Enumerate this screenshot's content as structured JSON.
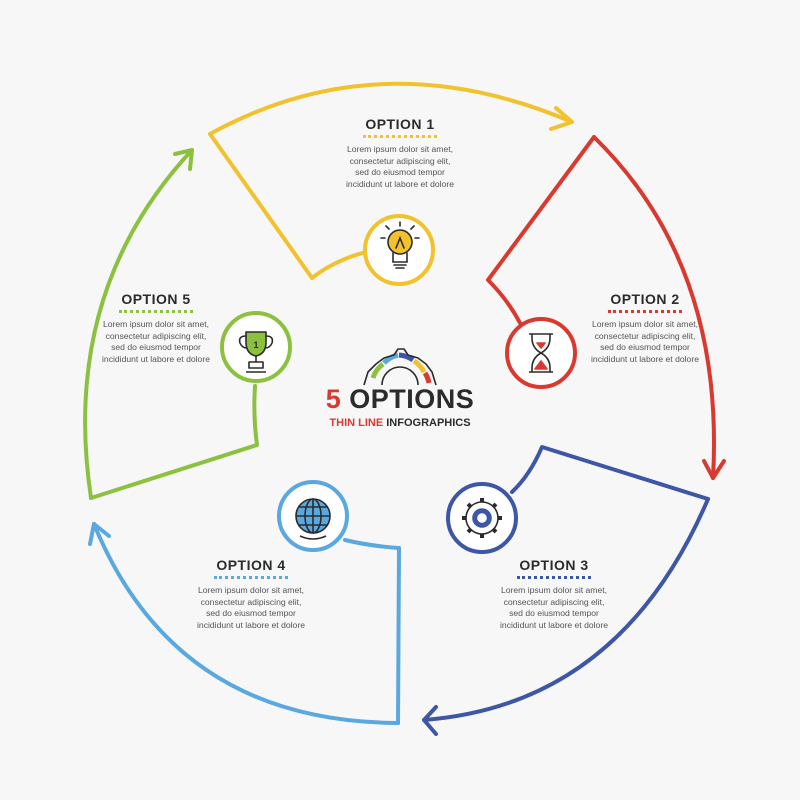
{
  "colors": {
    "option1": "#f2c12e",
    "option2": "#d93a30",
    "option3": "#3d56a6",
    "option4": "#5aa8e0",
    "option5": "#8bc13f",
    "dark": "#2b2b2b"
  },
  "center": {
    "number": "5",
    "word": "OPTIONS",
    "subtitle_a": "THIN LINE",
    "subtitle_b": "INFOGRAPHICS",
    "icon": "gear-arc-icon"
  },
  "options": [
    {
      "title": "OPTION 1",
      "text": "Lorem ipsum dolor sit amet,\nconsectetur adipiscing elit,\nsed do eiusmod tempor\nincididunt ut labore et dolore",
      "icon": "lightbulb-icon"
    },
    {
      "title": "OPTION 2",
      "text": "Lorem ipsum dolor sit amet,\nconsectetur adipiscing elit,\nsed do eiusmod tempor\nincididunt ut labore et dolore",
      "icon": "hourglass-icon"
    },
    {
      "title": "OPTION 3",
      "text": "Lorem ipsum dolor sit amet,\nconsectetur adipiscing elit,\nsed do eiusmod tempor\nincididunt ut labore et dolore",
      "icon": "gear-icon"
    },
    {
      "title": "OPTION 4",
      "text": "Lorem ipsum dolor sit amet,\nconsectetur adipiscing elit,\nsed do eiusmod tempor\nincididunt ut labore et dolore",
      "icon": "globe-icon"
    },
    {
      "title": "OPTION 5",
      "text": "Lorem ipsum dolor sit amet,\nconsectetur adipiscing elit,\nsed do eiusmod tempor\nincididunt ut labore et dolore",
      "icon": "trophy-icon"
    }
  ],
  "trophy_label": "1"
}
